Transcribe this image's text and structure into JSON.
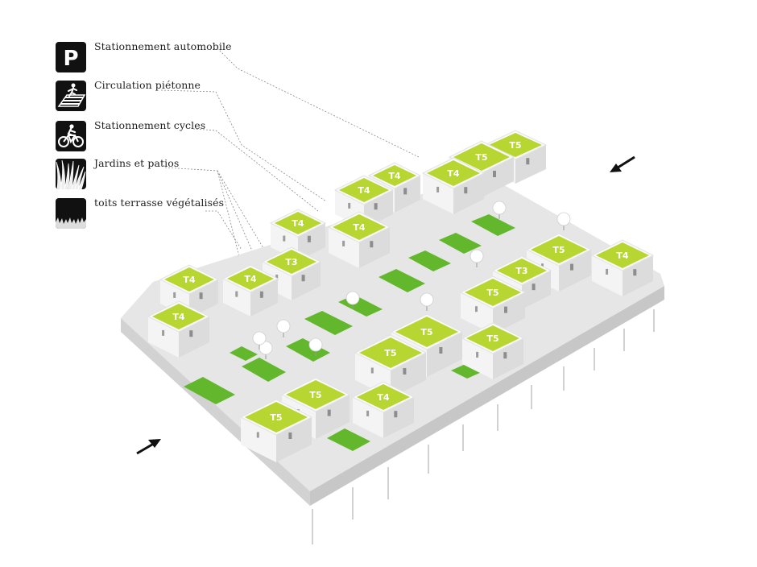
{
  "legend": [
    {
      "label": "Stationnement automobile",
      "icon": "parking-icon"
    },
    {
      "label": "Circulation piétonne",
      "icon": "pedestrian-icon"
    },
    {
      "label": "Stationnement cycles",
      "icon": "bicycle-icon"
    },
    {
      "label": "Jardins et patios",
      "icon": "grass-icon"
    },
    {
      "label": "toits terrasse végétalisés",
      "icon": "green-roof-icon"
    }
  ],
  "units": [
    {
      "label": "T5"
    },
    {
      "label": "T5"
    },
    {
      "label": "T4"
    },
    {
      "label": "T4"
    },
    {
      "label": "T4"
    },
    {
      "label": "T4"
    },
    {
      "label": "T5"
    },
    {
      "label": "T4"
    },
    {
      "label": "T3"
    },
    {
      "label": "T4"
    },
    {
      "label": "T4"
    },
    {
      "label": "T5"
    },
    {
      "label": "T3"
    },
    {
      "label": "T4"
    },
    {
      "label": "T5"
    },
    {
      "label": "T5"
    },
    {
      "label": "T4"
    },
    {
      "label": "T5"
    },
    {
      "label": "T5"
    },
    {
      "label": "T4"
    },
    {
      "label": "T5"
    }
  ],
  "colors": {
    "green_roof": "#b7d632",
    "green_roof_dark": "#a3c226",
    "garden": "#63b72c",
    "building": "#f4f4f4",
    "building_shade": "#dcdcdc",
    "icon_bg": "#111111"
  }
}
